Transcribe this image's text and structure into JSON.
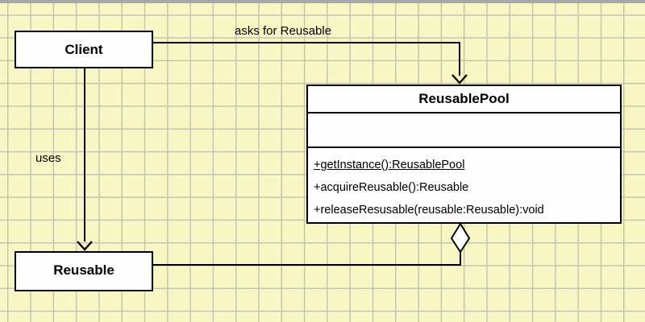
{
  "canvas": {
    "background": "#f9f6c6",
    "grid_color": "#c4c4ae",
    "top_bar_color": "#a7a7a7",
    "box_fill": "#fdfdfd",
    "line_color": "#000000"
  },
  "classes": {
    "client": {
      "name": "Client"
    },
    "pool": {
      "name": "ReusablePool",
      "attributes": "",
      "methods": [
        {
          "signature": "+getInstance():ReusablePool",
          "underlined": true
        },
        {
          "signature": "+acquireReusable():Reusable",
          "underlined": false
        },
        {
          "signature": "+releaseResusable(reusable:Reusable):void",
          "underlined": false
        }
      ]
    },
    "reusable": {
      "name": "Reusable"
    }
  },
  "relations": {
    "asks": {
      "label": "asks for Reusable",
      "type": "arrow",
      "from": "Client",
      "to": "ReusablePool"
    },
    "uses": {
      "label": "uses",
      "type": "arrow",
      "from": "Client",
      "to": "Reusable"
    },
    "aggregation": {
      "label": "",
      "type": "aggregation",
      "from": "ReusablePool",
      "to": "Reusable"
    }
  }
}
